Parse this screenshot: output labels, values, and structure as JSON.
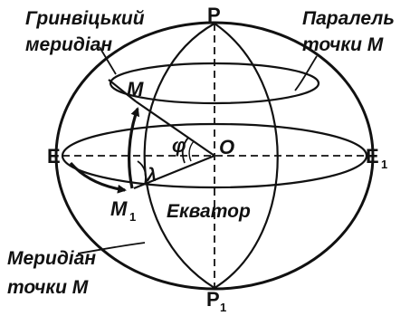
{
  "labels": {
    "greenwich_line1": "Гринвіцький",
    "greenwich_line2": "меридіан",
    "parallel_line1": "Паралель",
    "parallel_line2": "точки М",
    "meridian_line1": "Меридіан",
    "meridian_line2": "точки М",
    "pole_north": "P",
    "pole_south": "P",
    "pole_south_sub": "1",
    "east": "E",
    "east1": "E",
    "east1_sub": "1",
    "center": "O",
    "point_m": "M",
    "point_m1": "M",
    "point_m1_sub": "1",
    "phi": "φ",
    "lambda": "λ",
    "equator": "Екватор"
  },
  "colors": {
    "stroke": "#111111",
    "background": "#ffffff"
  }
}
